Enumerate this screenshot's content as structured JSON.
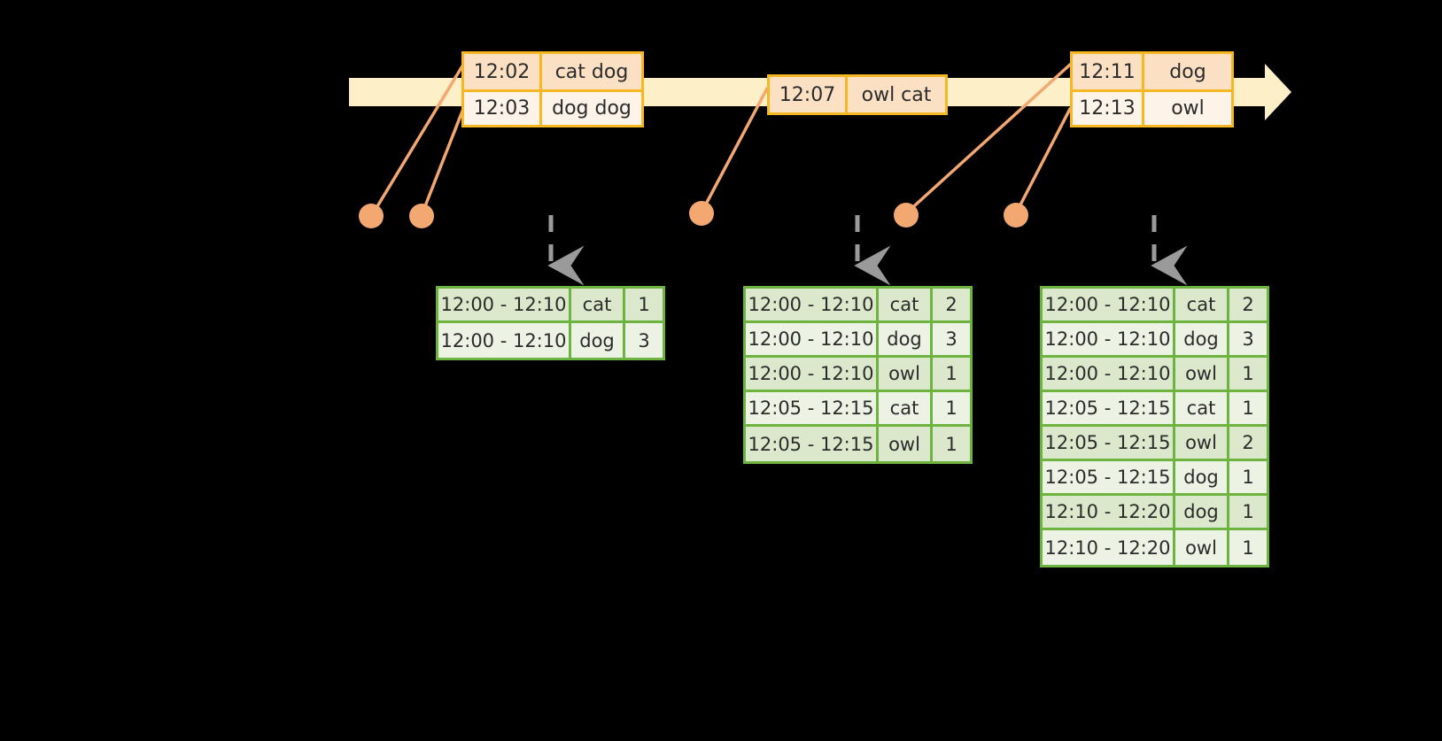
{
  "diagram": {
    "title": "windowed-word-count-timeline",
    "colors": {
      "background": "#000000",
      "timeline_fill": "#fdf0c8",
      "event_border": "#f5b722",
      "event_fill_a": "#fbe0c4",
      "event_fill_b": "#fdf3e8",
      "table_border": "#6cb33f",
      "table_fill_a": "#dbe8cb",
      "table_fill_b": "#ecf2e4",
      "dot": "#f3a771",
      "connector": "#f3a771",
      "dashed_arrow": "#9a9a9a"
    }
  },
  "timeline": {
    "name": "event-time-axis",
    "arrow_direction": "right"
  },
  "events": [
    {
      "name": "event-group-1",
      "rows": [
        {
          "time": "12:02",
          "words": "cat dog"
        },
        {
          "time": "12:03",
          "words": "dog dog"
        }
      ]
    },
    {
      "name": "event-group-2",
      "rows": [
        {
          "time": "12:07",
          "words": "owl cat"
        }
      ]
    },
    {
      "name": "event-group-3",
      "rows": [
        {
          "time": "12:11",
          "words": "dog"
        },
        {
          "time": "12:13",
          "words": "owl"
        }
      ]
    }
  ],
  "dots": [
    {
      "name": "event-dot-1202"
    },
    {
      "name": "event-dot-1203"
    },
    {
      "name": "event-dot-1207"
    },
    {
      "name": "event-dot-1211"
    },
    {
      "name": "event-dot-1213"
    }
  ],
  "results": [
    {
      "name": "result-table-1",
      "rows": [
        {
          "window": "12:00 - 12:10",
          "key": "cat",
          "count": "1"
        },
        {
          "window": "12:00 - 12:10",
          "key": "dog",
          "count": "3"
        }
      ]
    },
    {
      "name": "result-table-2",
      "rows": [
        {
          "window": "12:00 - 12:10",
          "key": "cat",
          "count": "2"
        },
        {
          "window": "12:00 - 12:10",
          "key": "dog",
          "count": "3"
        },
        {
          "window": "12:00 - 12:10",
          "key": "owl",
          "count": "1"
        },
        {
          "window": "12:05 - 12:15",
          "key": "cat",
          "count": "1"
        },
        {
          "window": "12:05 - 12:15",
          "key": "owl",
          "count": "1"
        }
      ]
    },
    {
      "name": "result-table-3",
      "rows": [
        {
          "window": "12:00 - 12:10",
          "key": "cat",
          "count": "2"
        },
        {
          "window": "12:00 - 12:10",
          "key": "dog",
          "count": "3"
        },
        {
          "window": "12:00 - 12:10",
          "key": "owl",
          "count": "1"
        },
        {
          "window": "12:05 - 12:15",
          "key": "cat",
          "count": "1"
        },
        {
          "window": "12:05 - 12:15",
          "key": "owl",
          "count": "2"
        },
        {
          "window": "12:05 - 12:15",
          "key": "dog",
          "count": "1"
        },
        {
          "window": "12:10 - 12:20",
          "key": "dog",
          "count": "1"
        },
        {
          "window": "12:10 - 12:20",
          "key": "owl",
          "count": "1"
        }
      ]
    }
  ]
}
